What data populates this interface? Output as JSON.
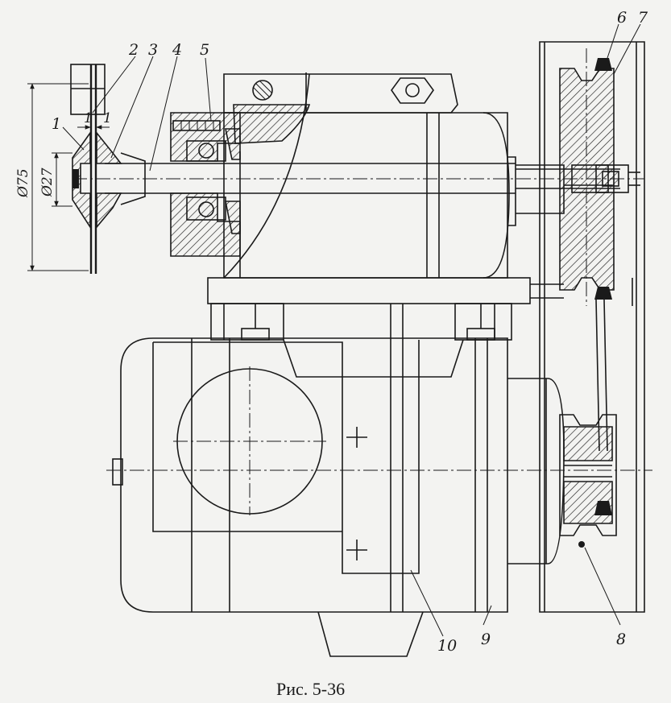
{
  "figure": {
    "caption": "Рис.  5-36",
    "callouts": [
      "1",
      "2",
      "3",
      "4",
      "5",
      "6",
      "7",
      "8",
      "9",
      "10"
    ],
    "dimensions": {
      "outer_diameter": "Ø75",
      "inner_diameter": "Ø27",
      "gap_left": "1",
      "gap_right": "1"
    }
  }
}
